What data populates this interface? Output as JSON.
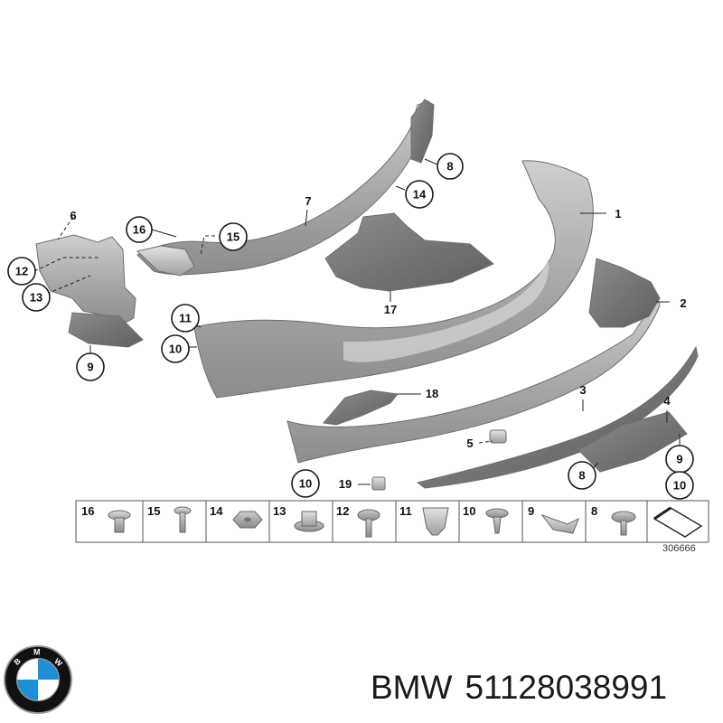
{
  "diagram": {
    "callouts": [
      "8",
      "14",
      "7",
      "1",
      "6",
      "16",
      "15",
      "12",
      "13",
      "17",
      "2",
      "11",
      "10",
      "9",
      "18",
      "3",
      "4",
      "5",
      "9",
      "8",
      "10",
      "19",
      "10"
    ],
    "legend": [
      "16",
      "15",
      "14",
      "13",
      "12",
      "11",
      "10",
      "9",
      "8"
    ],
    "drawing_number": "306666"
  },
  "caption": {
    "brand": "BMW",
    "part_number": "51128038991"
  },
  "logo": {
    "icon": "bmw-roundel-icon",
    "letters": "BMW",
    "colors": {
      "blue": "#1f8fd6",
      "black": "#111111",
      "white": "#ffffff"
    }
  }
}
